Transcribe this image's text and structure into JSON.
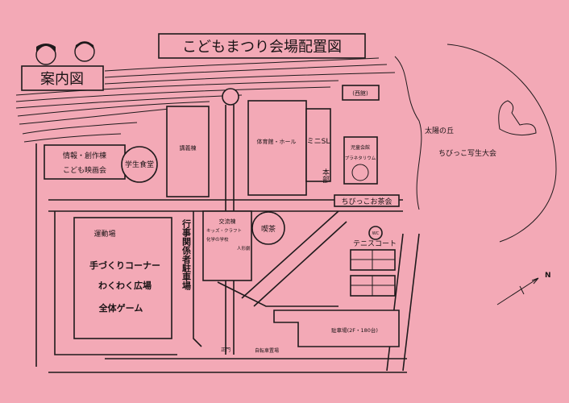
{
  "title": "こどもまつり会場配置図",
  "guide_sign": "案内図",
  "buildings": {
    "info": "情報・創作棟",
    "movie": "こども映画会",
    "cafeteria": "学生食堂",
    "lecture": "講義棟",
    "gym": "体育館・ホール",
    "mini_sl": "ミニSL",
    "hq": "本部",
    "children_hall": "児童会館",
    "planetarium": "プラネタリウム",
    "west_hall": "(西館)",
    "tea_party": "ちびっこお茶会",
    "exchange": "交流棟",
    "kids_craft": "キッズ・クラフト",
    "chemistry": "化学の学校",
    "puppet": "人形劇",
    "cafe": "喫茶",
    "wc": "WC",
    "tennis": "テニスコート",
    "parking": "駐車場(2F・180台)",
    "staff_parking": "行事関係者駐車場",
    "main_gate": "正門",
    "bicycle": "自転車置場"
  },
  "field": {
    "name": "運動場",
    "items": [
      "手づくりコーナー",
      "わくわく広場",
      "全体ゲーム"
    ]
  },
  "hill": {
    "name": "太陽の丘",
    "event": "ちびっこ写生大会"
  },
  "north": "N"
}
